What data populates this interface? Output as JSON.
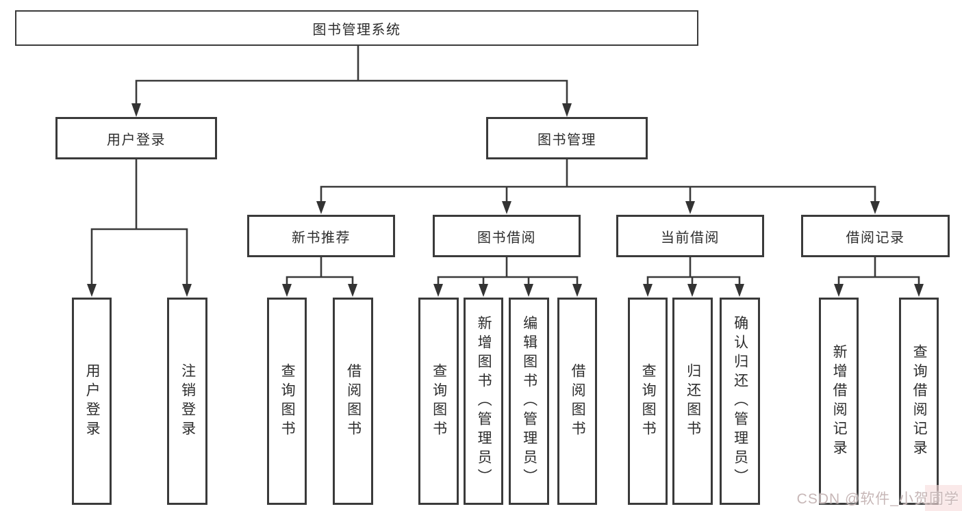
{
  "tree": {
    "root": {
      "label": "图书管理系统"
    },
    "branches": [
      {
        "label": "用户登录",
        "children": [
          {
            "label": "用户登录"
          },
          {
            "label": "注销登录"
          }
        ]
      },
      {
        "label": "图书管理",
        "children": [
          {
            "label": "新书推荐",
            "children": [
              {
                "label": "查询图书"
              },
              {
                "label": "借阅图书"
              }
            ]
          },
          {
            "label": "图书借阅",
            "children": [
              {
                "label": "查询图书"
              },
              {
                "label": "新增图书（管理员）"
              },
              {
                "label": "编辑图书（管理员）"
              },
              {
                "label": "借阅图书"
              }
            ]
          },
          {
            "label": "当前借阅",
            "children": [
              {
                "label": "查询图书"
              },
              {
                "label": "归还图书"
              },
              {
                "label": "确认归还（管理员）"
              }
            ]
          },
          {
            "label": "借阅记录",
            "children": [
              {
                "label": "新增借阅记录"
              },
              {
                "label": "查询借阅记录"
              }
            ]
          }
        ]
      }
    ]
  },
  "watermark": {
    "text": "CSDN @软件_小贺同学"
  },
  "colors": {
    "line": "#3a3a3a",
    "border": "#3a3a3a",
    "text": "#2d2d2d",
    "watermark": "#c7b7b7",
    "background": "#ffffff"
  }
}
